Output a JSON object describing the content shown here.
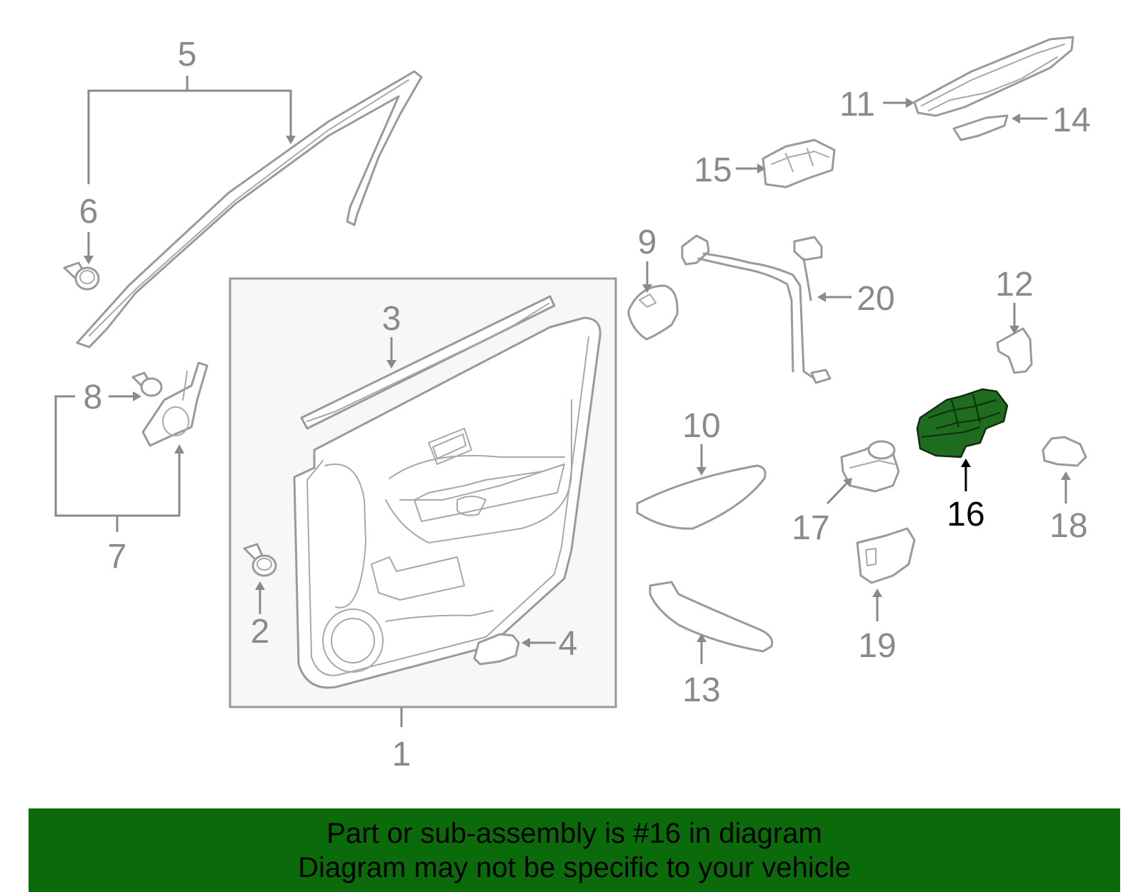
{
  "diagram": {
    "highlighted_part": "16",
    "callouts": [
      "1",
      "2",
      "3",
      "4",
      "5",
      "6",
      "7",
      "8",
      "9",
      "10",
      "11",
      "12",
      "13",
      "14",
      "15",
      "16",
      "17",
      "18",
      "19",
      "20"
    ]
  },
  "banner": {
    "line1": "Part or sub-assembly is #16 in diagram",
    "line2": "Diagram may not be specific to your vehicle"
  },
  "colors": {
    "banner_bg": "#0b6b0b",
    "highlight_fill": "#1f6b1f",
    "line_gray": "#9a9a9a",
    "label_gray": "#8a8a8a",
    "panel_bg": "#f7f7f7"
  }
}
